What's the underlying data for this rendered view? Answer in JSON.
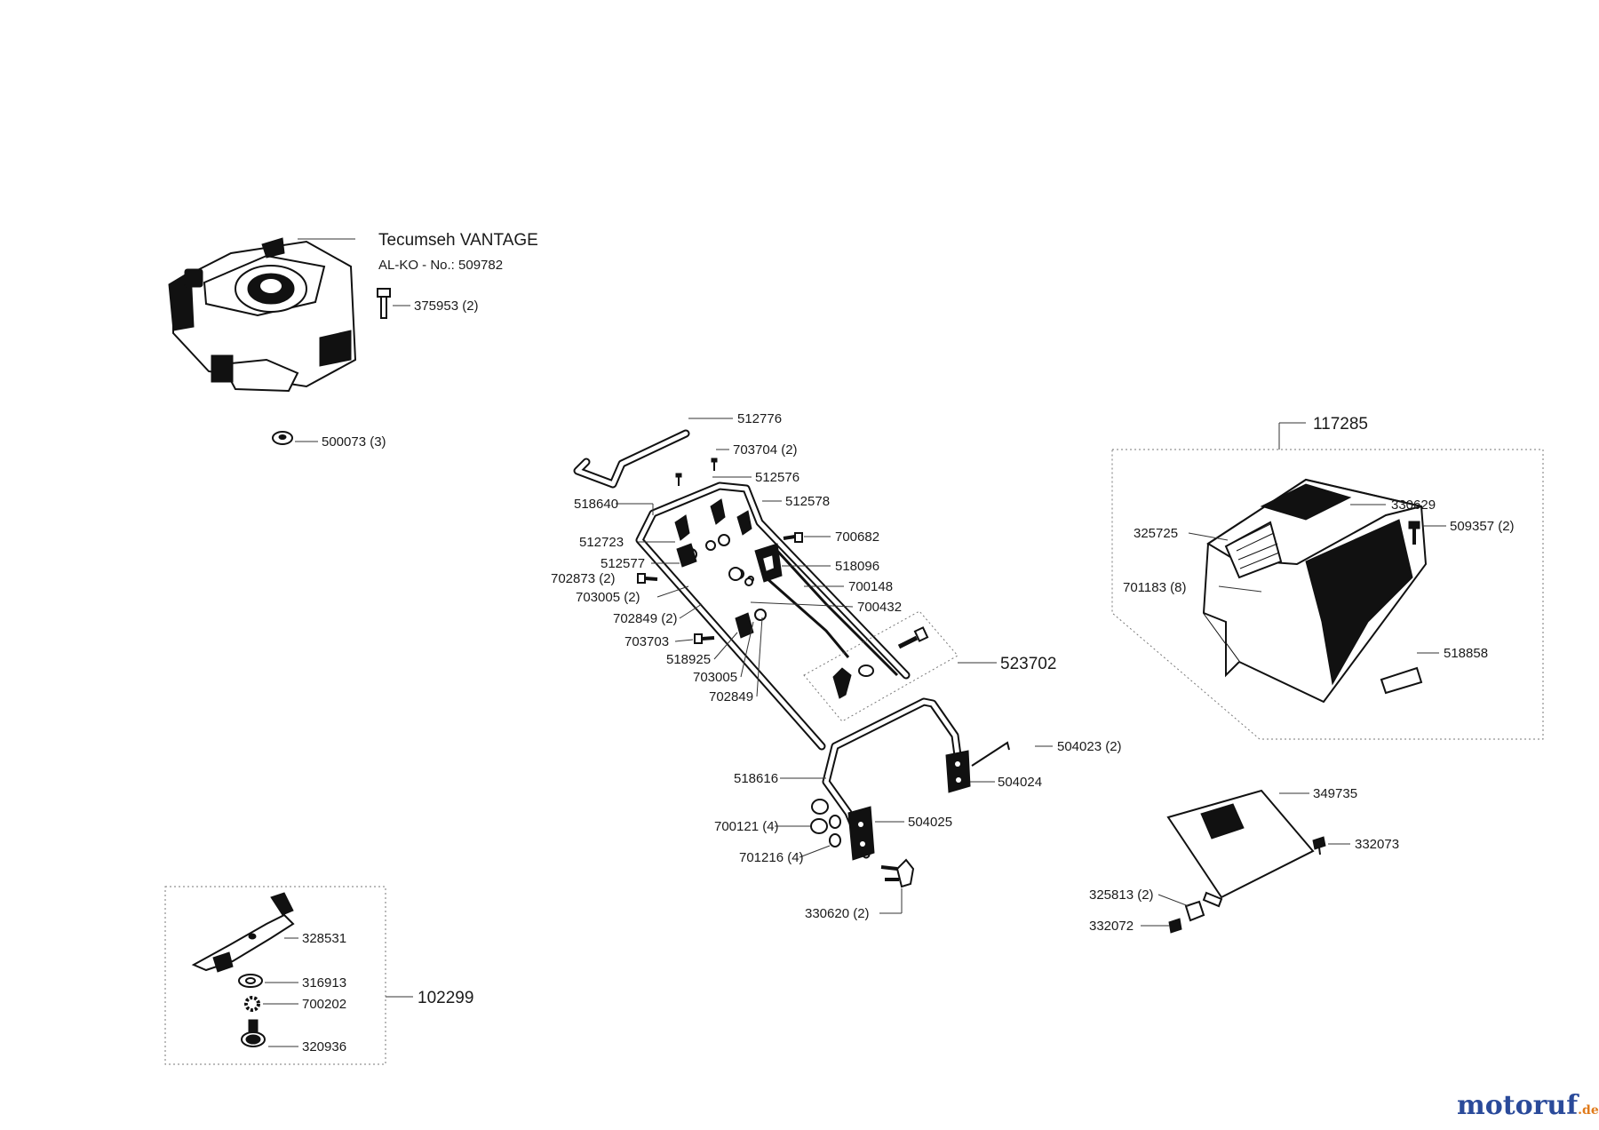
{
  "engine": {
    "title": "Tecumseh VANTAGE",
    "subtitle": "AL-KO - No.: 509782"
  },
  "groups": {
    "handle_kit": "523702",
    "grass_catcher": "117285",
    "blade_kit": "102299"
  },
  "parts": {
    "p375953": "375953 (2)",
    "p500073": "500073 (3)",
    "p512776": "512776",
    "p703704": "703704 (2)",
    "p512576": "512576",
    "p518640": "518640",
    "p512578": "512578",
    "p700682": "700682",
    "p512723": "512723",
    "p518096": "518096",
    "p512577": "512577",
    "p702873": "702873 (2)",
    "p700148": "700148",
    "p703005_2": "703005 (2)",
    "p700432": "700432",
    "p702849_2": "702849 (2)",
    "p703703": "703703",
    "p518925": "518925",
    "p703005": "703005",
    "p702849": "702849",
    "p504023": "504023 (2)",
    "p518616": "518616",
    "p504024": "504024",
    "p700121": "700121 (4)",
    "p504025": "504025",
    "p701216": "701216 (4)",
    "p330620": "330620 (2)",
    "p330629": "330629",
    "p325725": "325725",
    "p509357": "509357 (2)",
    "p701183": "701183 (8)",
    "p518858": "518858",
    "p349735": "349735",
    "p332073": "332073",
    "p325813": "325813 (2)",
    "p332072": "332072",
    "p328531": "328531",
    "p316913": "316913",
    "p700202": "700202",
    "p320936": "320936"
  },
  "watermark": {
    "brand": "motoruf",
    "tld": ".de"
  },
  "colors": {
    "ink": "#111111",
    "watermark_blue": "#2a4a9a",
    "watermark_orange": "#e07a1a"
  }
}
